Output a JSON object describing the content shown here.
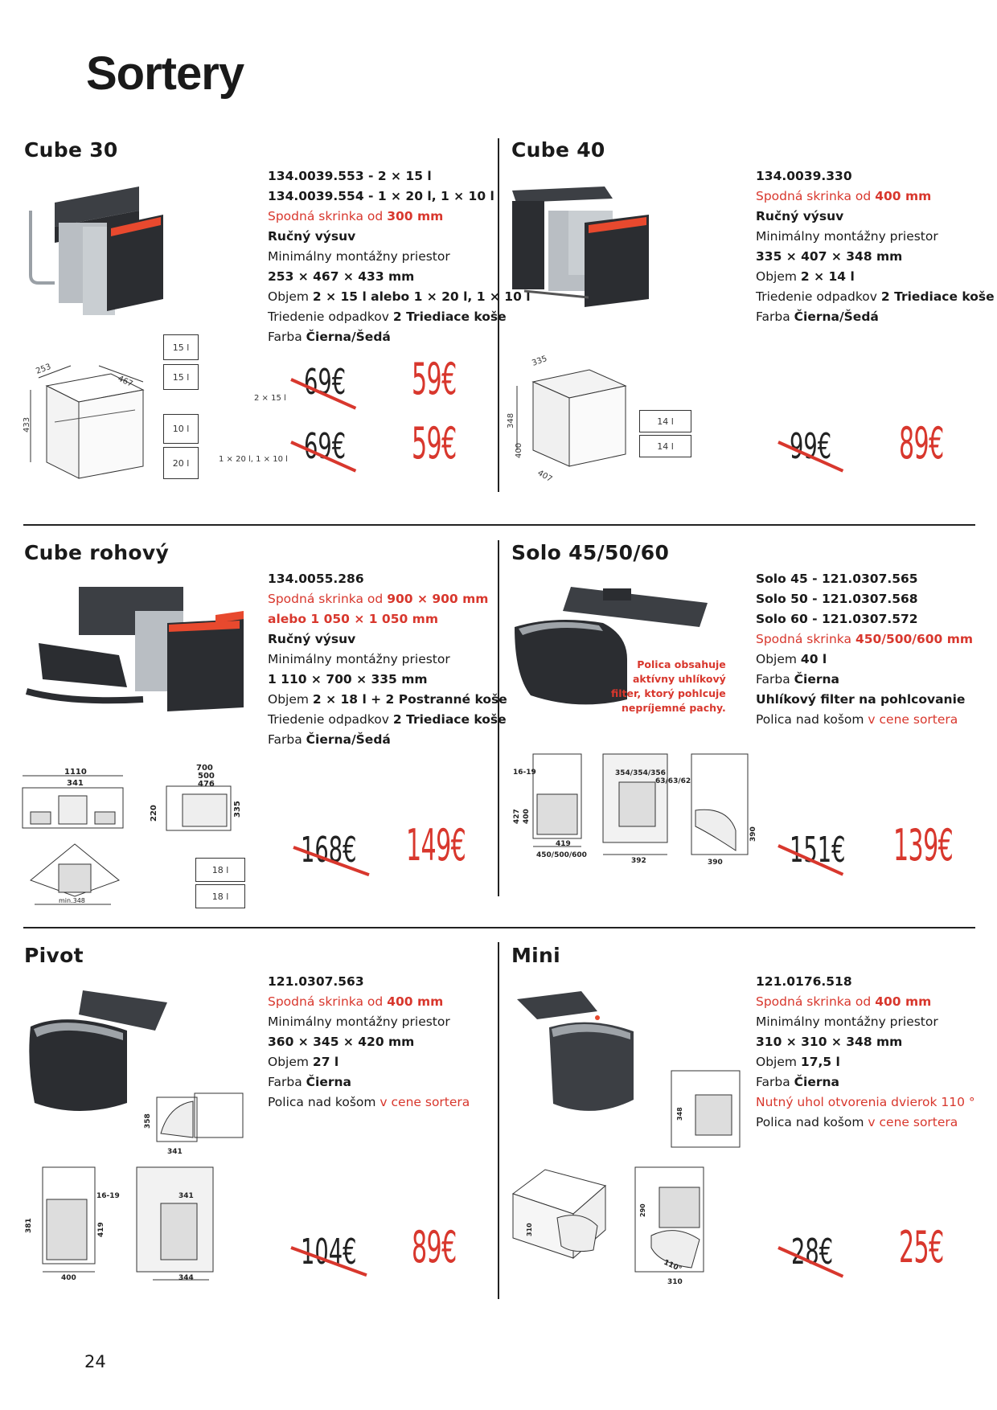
{
  "page_title": "Sortery",
  "page_number": "24",
  "products": {
    "cube30": {
      "name": "Cube 30",
      "specs": [
        {
          "parts": [
            {
              "t": "134.0039.553 - 2 × 15 l",
              "b": true
            }
          ]
        },
        {
          "parts": [
            {
              "t": "134.0039.554 - 1 × 20 l, 1 × 10 l",
              "b": true
            }
          ]
        },
        {
          "parts": [
            {
              "t": "Spodná skrinka od ",
              "r": true
            },
            {
              "t": "300 mm",
              "r": true,
              "b": true
            }
          ]
        },
        {
          "parts": [
            {
              "t": "Ručný výsuv",
              "b": true
            }
          ]
        },
        {
          "parts": [
            {
              "t": "Minimálny montážny priestor"
            }
          ]
        },
        {
          "parts": [
            {
              "t": "253 × 467 × 433 mm",
              "b": true
            }
          ]
        },
        {
          "parts": [
            {
              "t": "Objem "
            },
            {
              "t": "2 × 15 l alebo 1 × 20 l, 1 × 10 l",
              "b": true
            }
          ]
        },
        {
          "parts": [
            {
              "t": "Triedenie odpadkov "
            },
            {
              "t": "2 Triediace koše",
              "b": true
            }
          ]
        },
        {
          "parts": [
            {
              "t": "Farba "
            },
            {
              "t": "Čierna/Šedá",
              "b": true
            }
          ]
        }
      ],
      "bins_a": [
        "15 l",
        "15 l"
      ],
      "bins_a_label": "2 × 15 l",
      "bins_b": [
        "10 l",
        "20 l"
      ],
      "bins_b_label": "1 × 20 l, 1 × 10 l",
      "dims": [
        "253",
        "467",
        "433"
      ],
      "price_a_old": "69€",
      "price_a_new": "59€",
      "price_b_old": "69€",
      "price_b_new": "59€"
    },
    "cube40": {
      "name": "Cube 40",
      "specs": [
        {
          "parts": [
            {
              "t": "134.0039.330",
              "b": true
            }
          ]
        },
        {
          "parts": [
            {
              "t": "Spodná skrinka od ",
              "r": true
            },
            {
              "t": "400 mm",
              "r": true,
              "b": true
            }
          ]
        },
        {
          "parts": [
            {
              "t": "Ručný výsuv",
              "b": true
            }
          ]
        },
        {
          "parts": [
            {
              "t": "Minimálny montážny priestor"
            }
          ]
        },
        {
          "parts": [
            {
              "t": "335 × 407 × 348 mm",
              "b": true
            }
          ]
        },
        {
          "parts": [
            {
              "t": "Objem "
            },
            {
              "t": "2 × 14 l",
              "b": true
            }
          ]
        },
        {
          "parts": [
            {
              "t": "Triedenie odpadkov "
            },
            {
              "t": "2 Triediace koše",
              "b": true
            }
          ]
        },
        {
          "parts": [
            {
              "t": "Farba "
            },
            {
              "t": "Čierna/Šedá",
              "b": true
            }
          ]
        }
      ],
      "bins": [
        "14 l",
        "14 l"
      ],
      "dims": [
        "335",
        "348",
        "407",
        "400"
      ],
      "price_old": "99€",
      "price_new": "89€"
    },
    "cube_corner": {
      "name": "Cube rohový",
      "specs": [
        {
          "parts": [
            {
              "t": "134.0055.286",
              "b": true
            }
          ]
        },
        {
          "parts": [
            {
              "t": "Spodná skrinka od ",
              "r": true
            },
            {
              "t": "900 × 900 mm",
              "r": true,
              "b": true
            }
          ]
        },
        {
          "parts": [
            {
              "t": "alebo 1 050 × 1 050 mm",
              "r": true,
              "b": true
            }
          ]
        },
        {
          "parts": [
            {
              "t": "Ručný výsuv",
              "b": true
            }
          ]
        },
        {
          "parts": [
            {
              "t": "Minimálny montážny priestor"
            }
          ]
        },
        {
          "parts": [
            {
              "t": "1 110 × 700 × 335 mm",
              "b": true
            }
          ]
        },
        {
          "parts": [
            {
              "t": "Objem "
            },
            {
              "t": "2 × 18 l + 2 Postranné koše",
              "b": true
            }
          ]
        },
        {
          "parts": [
            {
              "t": "Triedenie odpadkov "
            },
            {
              "t": "2 Triediace koše",
              "b": true
            }
          ]
        },
        {
          "parts": [
            {
              "t": "Farba "
            },
            {
              "t": "Čierna/Šedá",
              "b": true
            }
          ]
        }
      ],
      "bins": [
        "18 l",
        "18 l"
      ],
      "dims": [
        "1110",
        "341",
        "700",
        "500",
        "476",
        "220",
        "335",
        "min.348"
      ],
      "price_old": "168€",
      "price_new": "149€"
    },
    "solo": {
      "name": "Solo 45/50/60",
      "specs": [
        {
          "parts": [
            {
              "t": "Solo 45 - 121.0307.565",
              "b": true
            }
          ]
        },
        {
          "parts": [
            {
              "t": "Solo 50 - 121.0307.568",
              "b": true
            }
          ]
        },
        {
          "parts": [
            {
              "t": "Solo 60 - 121.0307.572",
              "b": true
            }
          ]
        },
        {
          "parts": [
            {
              "t": "Spodná skrinka ",
              "r": true
            },
            {
              "t": "450/500/600 mm",
              "r": true,
              "b": true
            }
          ]
        },
        {
          "parts": [
            {
              "t": "Objem "
            },
            {
              "t": "40 l",
              "b": true
            }
          ]
        },
        {
          "parts": [
            {
              "t": "Farba "
            },
            {
              "t": "Čierna",
              "b": true
            }
          ]
        },
        {
          "parts": [
            {
              "t": "Uhlíkový filter na pohlcovanie",
              "b": true
            }
          ]
        },
        {
          "parts": [
            {
              "t": "Polica nad košom "
            },
            {
              "t": "v cene sortera",
              "r": true
            }
          ]
        }
      ],
      "note": [
        "Polica obsahuje",
        "aktívny uhlíkový",
        "filter, ktorý pohlcuje",
        "nepríjemné pachy."
      ],
      "dims": [
        "16-19",
        "427",
        "400",
        "419",
        "450/500/600",
        "354/354/356",
        "63/63/62",
        "392",
        "390",
        "390"
      ],
      "price_old": "151€",
      "price_new": "139€"
    },
    "pivot": {
      "name": "Pivot",
      "specs": [
        {
          "parts": [
            {
              "t": "121.0307.563",
              "b": true
            }
          ]
        },
        {
          "parts": [
            {
              "t": "Spodná skrinka od ",
              "r": true
            },
            {
              "t": "400 mm",
              "r": true,
              "b": true
            }
          ]
        },
        {
          "parts": [
            {
              "t": "Minimálny montážny priestor"
            }
          ]
        },
        {
          "parts": [
            {
              "t": "360 × 345 × 420 mm",
              "b": true
            }
          ]
        },
        {
          "parts": [
            {
              "t": "Objem "
            },
            {
              "t": "27 l",
              "b": true
            }
          ]
        },
        {
          "parts": [
            {
              "t": "Farba "
            },
            {
              "t": "Čierna",
              "b": true
            }
          ]
        },
        {
          "parts": [
            {
              "t": "Polica nad košom "
            },
            {
              "t": "v cene sortera",
              "r": true
            }
          ]
        }
      ],
      "dims": [
        "358",
        "341",
        "16-19",
        "381",
        "419",
        "400",
        "341",
        "344"
      ],
      "price_old": "104€",
      "price_new": "89€"
    },
    "mini": {
      "name": "Mini",
      "specs": [
        {
          "parts": [
            {
              "t": "121.0176.518",
              "b": true
            }
          ]
        },
        {
          "parts": [
            {
              "t": "Spodná skrinka od ",
              "r": true
            },
            {
              "t": "400 mm",
              "r": true,
              "b": true
            }
          ]
        },
        {
          "parts": [
            {
              "t": "Minimálny montážny priestor"
            }
          ]
        },
        {
          "parts": [
            {
              "t": "310 × 310 × 348 mm",
              "b": true
            }
          ]
        },
        {
          "parts": [
            {
              "t": "Objem "
            },
            {
              "t": "17,5 l",
              "b": true
            }
          ]
        },
        {
          "parts": [
            {
              "t": "Farba "
            },
            {
              "t": "Čierna",
              "b": true
            }
          ]
        },
        {
          "parts": [
            {
              "t": "Nutný uhol otvorenia dvierok 110 °",
              "r": true
            }
          ]
        },
        {
          "parts": [
            {
              "t": "Polica nad košom "
            },
            {
              "t": "v cene sortera",
              "r": true
            }
          ]
        }
      ],
      "dims": [
        "348",
        "310",
        "290",
        "110°",
        "310"
      ],
      "price_old": "28€",
      "price_new": "25€"
    }
  },
  "colors": {
    "accent": "#d8372d",
    "text": "#1a1a1a",
    "product_dark": "#2b2d31",
    "product_grey": "#9ea3a8",
    "product_orange": "#e8492e"
  }
}
